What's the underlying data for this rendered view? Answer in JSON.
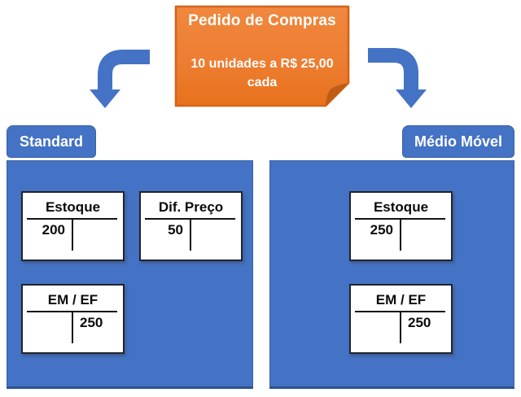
{
  "note": {
    "title": "Pedido de Compras",
    "body": "10 unidades a R$ 25,00 cada"
  },
  "colors": {
    "panel_blue": "#4472C4",
    "panel_border": "#2e5191",
    "arrow_blue": "#4472C4",
    "note_orange": "#ED7D31",
    "note_border": "#D2641C",
    "note_fold": "#BE5D15",
    "taccount_line": "#121212"
  },
  "icons": {
    "left_arrow": "elbow-down-arrow-icon",
    "right_arrow": "elbow-down-arrow-icon"
  },
  "panels": [
    {
      "tab": "Standard",
      "accounts": [
        {
          "title": "Estoque",
          "debit": "200",
          "credit": ""
        },
        {
          "title": "Dif. Preço",
          "debit": "50",
          "credit": ""
        },
        {
          "title": "EM / EF",
          "debit": "",
          "credit": "250"
        }
      ]
    },
    {
      "tab": "Médio Móvel",
      "accounts": [
        {
          "title": "Estoque",
          "debit": "250",
          "credit": ""
        },
        {
          "title": "EM / EF",
          "debit": "",
          "credit": "250"
        }
      ]
    }
  ]
}
